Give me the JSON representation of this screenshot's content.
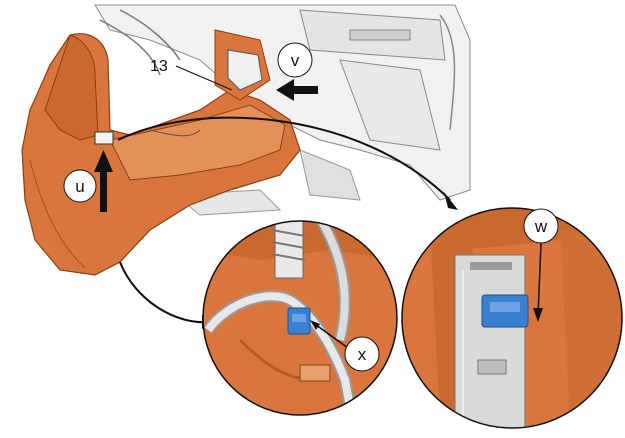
{
  "figure": {
    "part_number": "13",
    "callouts": {
      "u": "u",
      "v": "v",
      "w": "w",
      "x": "x"
    },
    "colors": {
      "trim_orange": "#d9763d",
      "trim_dark": "#b85a26",
      "housing_grey": "#d9d9d9",
      "connector_blue": "#3b7fd0",
      "cable_white": "#e8e8e8",
      "line_black": "#111111"
    }
  }
}
